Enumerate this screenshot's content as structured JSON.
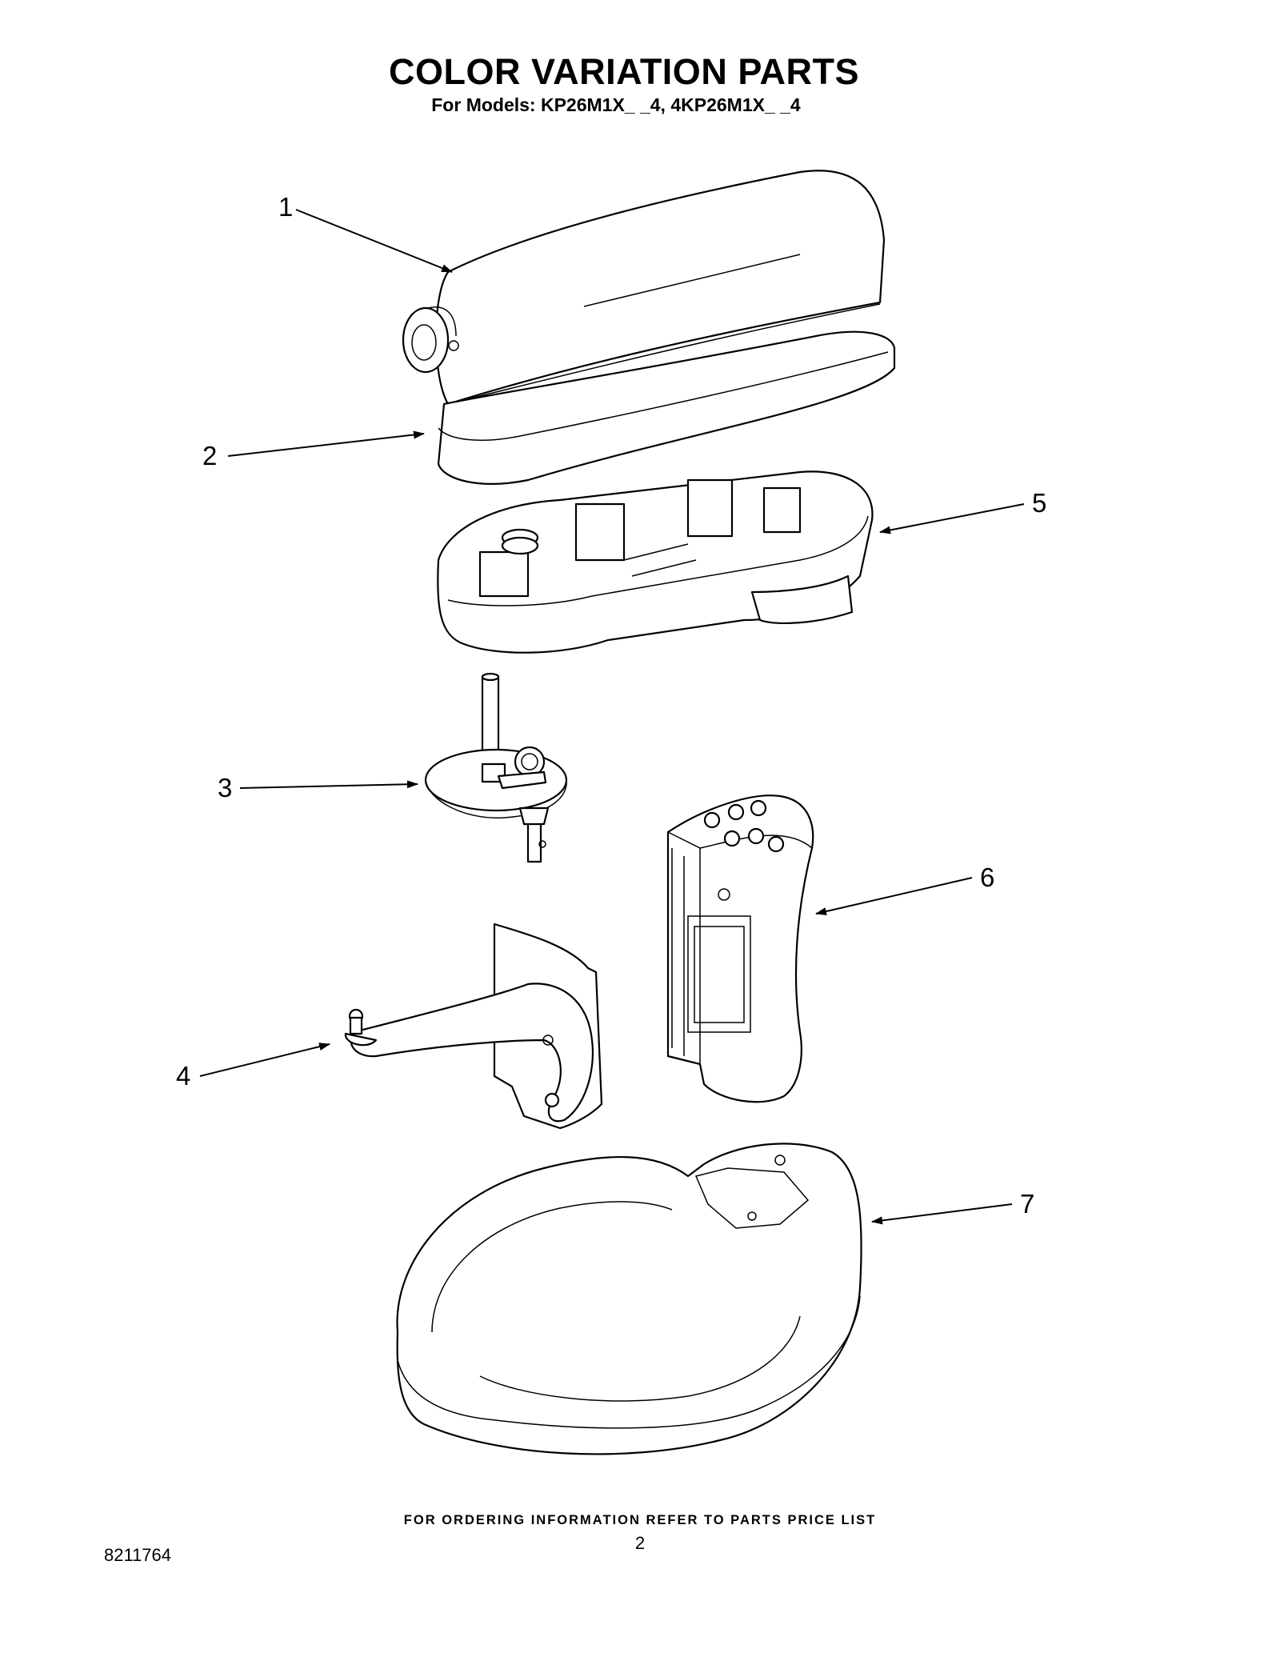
{
  "header": {
    "title": "COLOR VARIATION PARTS",
    "subtitle": "For Models: KP26M1X_ _4, 4KP26M1X_ _4"
  },
  "callouts": [
    "1",
    "2",
    "3",
    "4",
    "5",
    "6",
    "7"
  ],
  "footer": {
    "ordering_note": "FOR ORDERING INFORMATION REFER TO PARTS PRICE LIST",
    "page_number": "2",
    "document_number": "8211764"
  }
}
